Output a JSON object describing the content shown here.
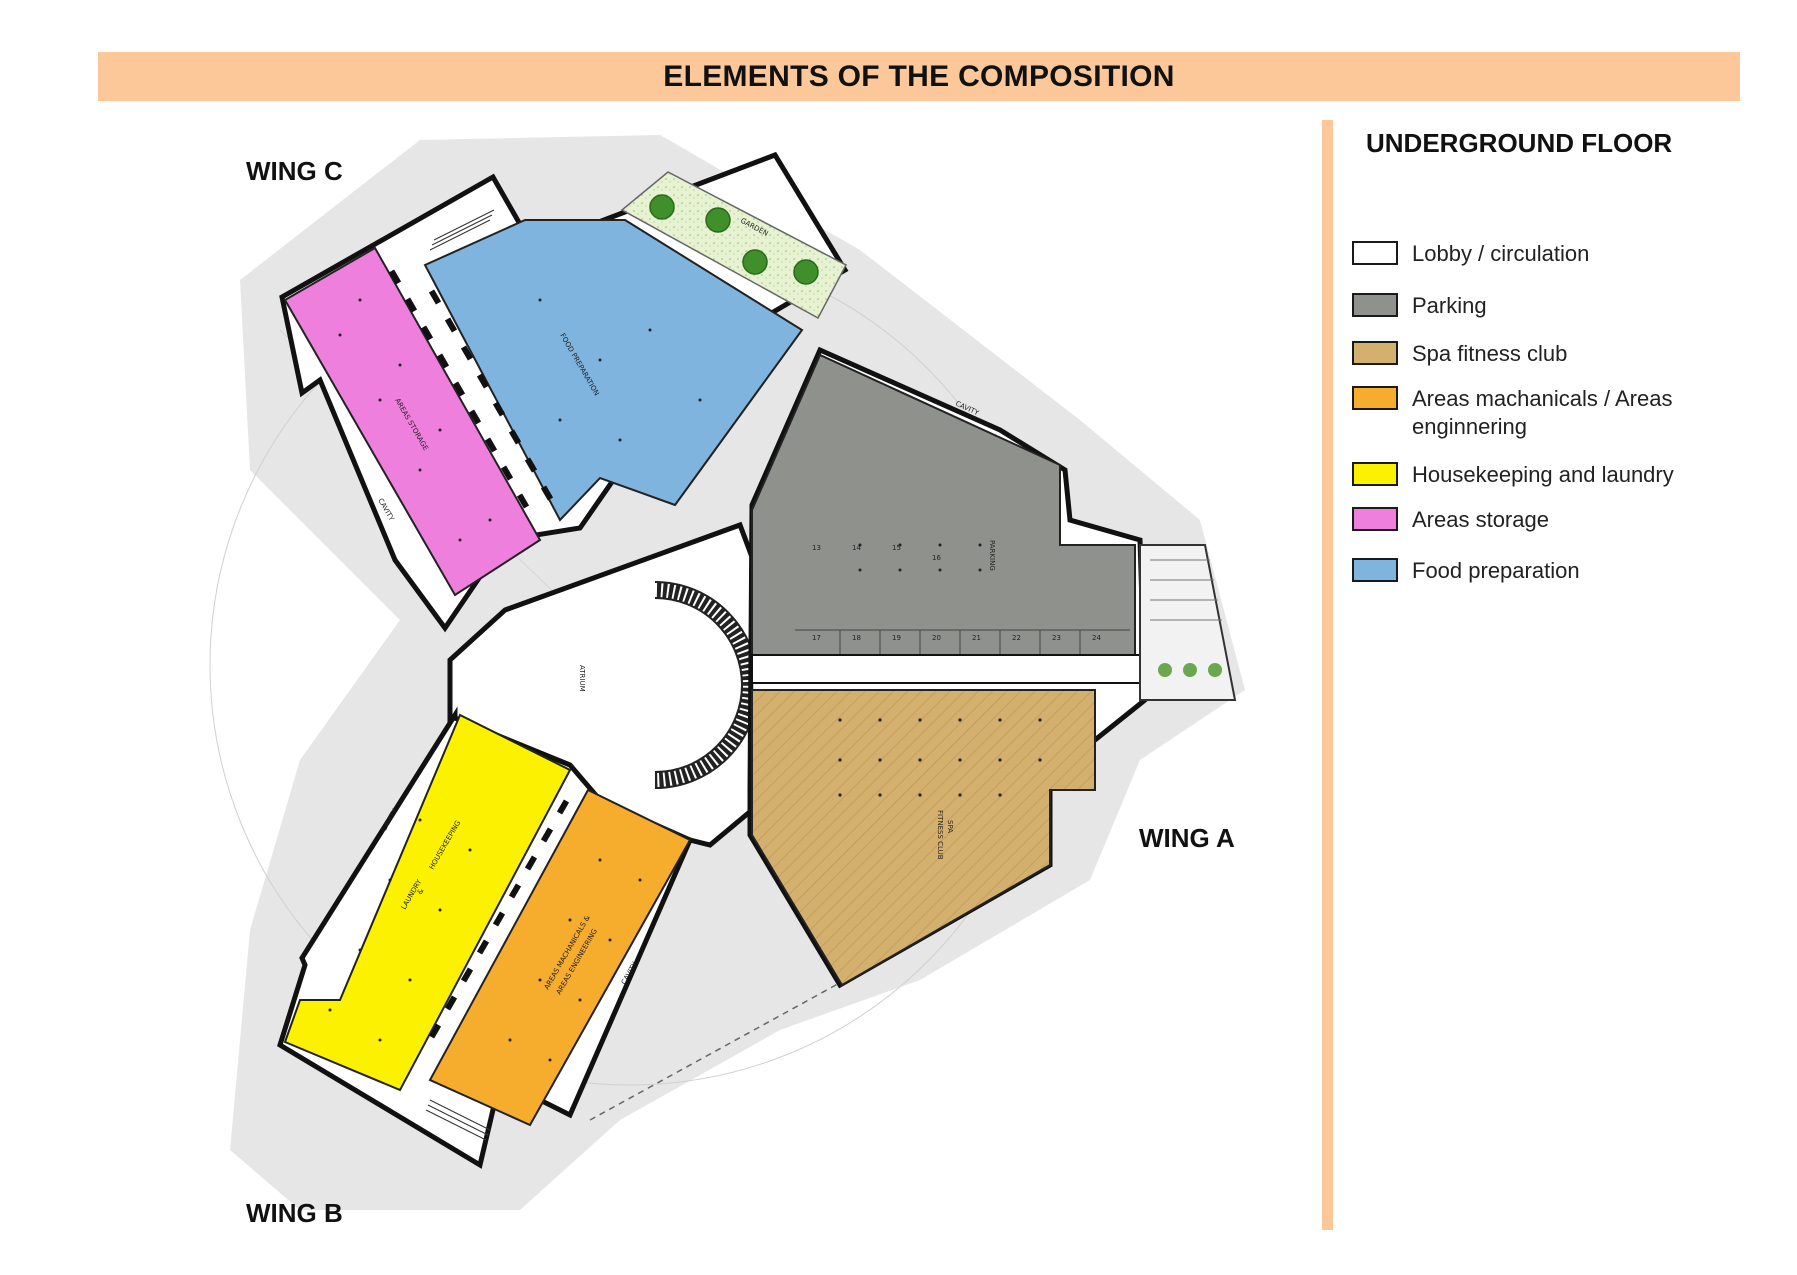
{
  "title": "ELEMENTS OF THE COMPOSITION",
  "wings": {
    "c": "WING C",
    "a": "WING A",
    "b": "WING B"
  },
  "legend": {
    "title": "UNDERGROUND FLOOR",
    "items": [
      {
        "label": "Lobby / circulation",
        "color": "#ffffff"
      },
      {
        "label": "Parking",
        "color": "#8f918c"
      },
      {
        "label": "Spa fitness club",
        "color": "#d4b06e"
      },
      {
        "label": "Areas machanicals / Areas enginnering",
        "color": "#f6ac2c"
      },
      {
        "label": "Housekeeping and laundry",
        "color": "#fcf200"
      },
      {
        "label": "Areas storage",
        "color": "#ef7fdd"
      },
      {
        "label": "Food preparation",
        "color": "#7fb4de"
      }
    ]
  },
  "plan_labels": {
    "garden": "GARDEN",
    "food": "FOOD PREPARATION",
    "storage": "AREAS STORAGE",
    "cavity": "CAVITY",
    "parking": "PARKING",
    "atrium": "ATRIUM",
    "spa_line1": "SPA",
    "spa_line2": "FITNESS CLUB",
    "house_line1": "HOUSEKEEPING",
    "house_line2": "&",
    "house_line3": "LAUNDRY",
    "mech_line1": "AREAS MACHANICALS &",
    "mech_line2": "AREAS ENGINEERING"
  },
  "parking_numbers": [
    "13",
    "14",
    "15",
    "16",
    "17",
    "18",
    "19",
    "20",
    "21",
    "22",
    "23",
    "24"
  ]
}
